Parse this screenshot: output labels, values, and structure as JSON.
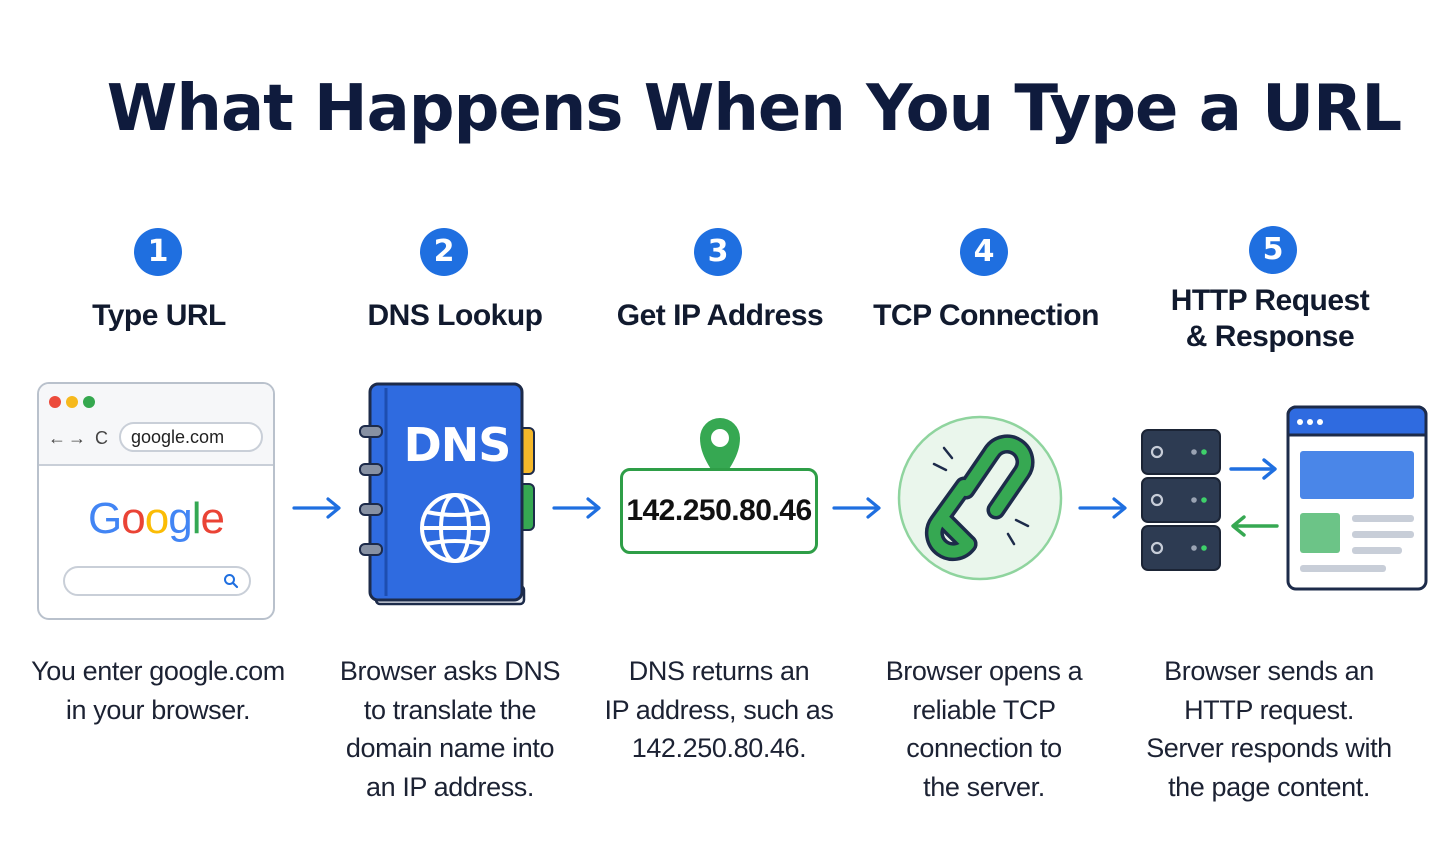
{
  "title": "What Happens When You Type a URL",
  "steps": [
    {
      "number": "1",
      "title_lines": [
        "Type URL"
      ],
      "desc_lines": [
        "You enter google.com",
        "in your browser."
      ]
    },
    {
      "number": "2",
      "title_lines": [
        "DNS Lookup"
      ],
      "desc_lines": [
        "Browser asks DNS",
        "to translate the",
        "domain name into",
        "an IP address."
      ]
    },
    {
      "number": "3",
      "title_lines": [
        "Get IP Address"
      ],
      "desc_lines": [
        "DNS returns an",
        "IP address, such as",
        "142.250.80.46."
      ]
    },
    {
      "number": "4",
      "title_lines": [
        "TCP Connection"
      ],
      "desc_lines": [
        "Browser opens a",
        "reliable TCP",
        "connection to",
        "the server."
      ]
    },
    {
      "number": "5",
      "title_lines": [
        "HTTP Request",
        "& Response"
      ],
      "desc_lines": [
        "Browser sends an",
        "HTTP request.",
        "Server responds with",
        "the page content."
      ]
    }
  ],
  "browser": {
    "url": "google.com",
    "logo_letters": [
      "G",
      "o",
      "o",
      "g",
      "l",
      "e"
    ]
  },
  "dns_book": {
    "label": "DNS"
  },
  "ip": {
    "address": "142.250.80.46"
  },
  "colors": {
    "accent": "#1f6fe0",
    "green": "#2e9e47",
    "book": "#2f6be0",
    "server": "#2d3b52",
    "google": [
      "#4285f4",
      "#ea4335",
      "#fbbc05",
      "#4285f4",
      "#34a853",
      "#ea4335"
    ]
  },
  "icons": [
    "arrow-right-icon",
    "map-pin-icon",
    "link-chain-icon",
    "globe-icon",
    "server-icon",
    "search-icon"
  ]
}
